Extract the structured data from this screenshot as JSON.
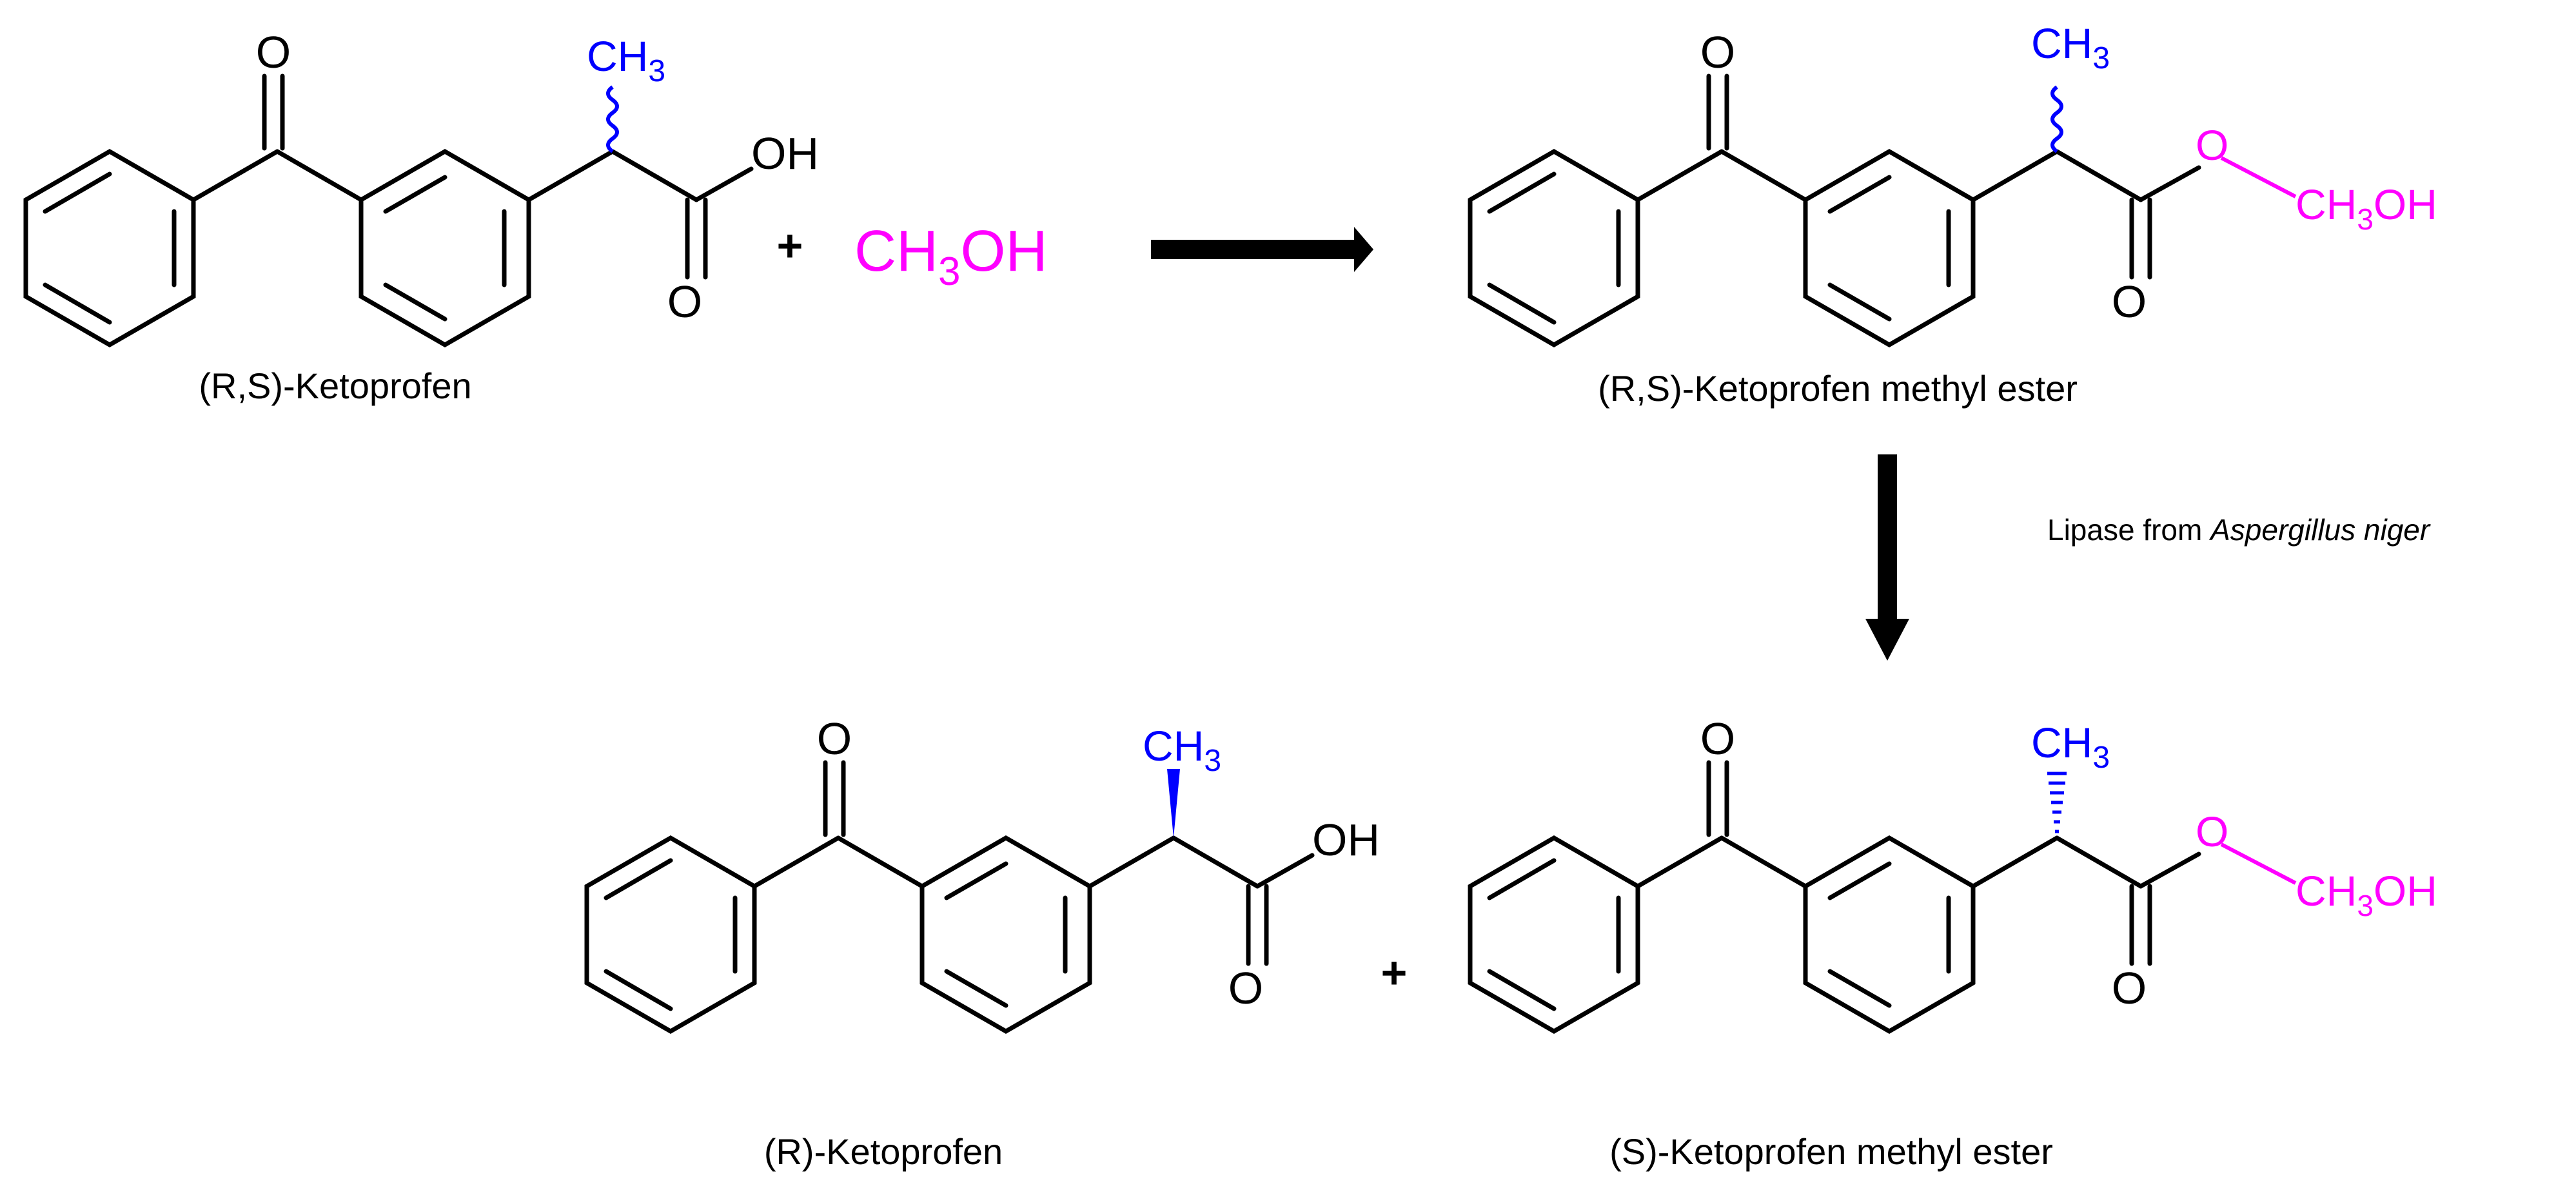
{
  "colors": {
    "bond": "#000000",
    "stereo_methyl": "#0000ff",
    "methanol": "#ff00ff"
  },
  "labels": {
    "oxygen": "O",
    "hydroxyl": "OH",
    "methyl_c": "CH",
    "methyl_sub": "3",
    "plus": "+",
    "methanol_ch": "CH",
    "methanol_sub": "3",
    "methanol_oh": "OH"
  },
  "molecules": {
    "m1": {
      "name": "(R,S)-Ketoprofen",
      "stereo": "wavy"
    },
    "m2": {
      "name": "(R,S)-Ketoprofen methyl ester",
      "stereo": "wavy"
    },
    "m3": {
      "name": "(R)-Ketoprofen",
      "stereo": "wedge"
    },
    "m4": {
      "name": "(S)-Ketoprofen methyl ester",
      "stereo": "hash"
    }
  },
  "reaction": {
    "condition_prefix": "Lipase from ",
    "condition_organism": "Aspergillus niger"
  }
}
